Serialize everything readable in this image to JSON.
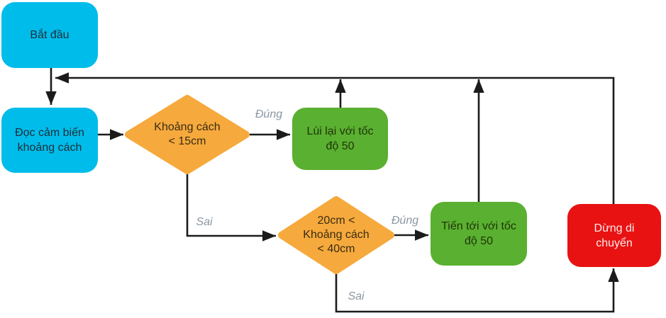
{
  "diagram": {
    "type": "flowchart",
    "language": "Vietnamese",
    "nodes": {
      "start": {
        "label": "Bắt đầu",
        "shape": "rounded-rect",
        "color": "#00BCEA"
      },
      "read_sensor": {
        "label": "Đọc cảm biến\nkhoảng cách",
        "shape": "rounded-rect",
        "color": "#00BCEA"
      },
      "check_near": {
        "label": "Khoảng cách\n< 15cm",
        "shape": "diamond",
        "color": "#F6A93C"
      },
      "move_back": {
        "label": "Lùi lại với tốc\nđộ 50",
        "shape": "rounded-rect",
        "color": "#5AB030"
      },
      "check_range": {
        "label": "20cm <\nKhoảng cách\n< 40cm",
        "shape": "diamond",
        "color": "#F6A93C"
      },
      "move_forward": {
        "label": "Tiến tới với tốc\nđộ 50",
        "shape": "rounded-rect",
        "color": "#5AB030"
      },
      "stop": {
        "label": "Dừng di\nchuyển",
        "shape": "rounded-rect",
        "color": "#E81212"
      }
    },
    "edge_labels": {
      "near_true": "Đúng",
      "near_false": "Sai",
      "range_true": "Đúng",
      "range_false": "Sai"
    },
    "colors": {
      "start_fill": "#00BCEA",
      "decision_fill": "#F6A93C",
      "action_fill": "#5AB030",
      "stop_fill": "#E81212",
      "line": "#1b1b1b",
      "edge_label_text": "#8A97A3",
      "background": "#ffffff"
    }
  }
}
